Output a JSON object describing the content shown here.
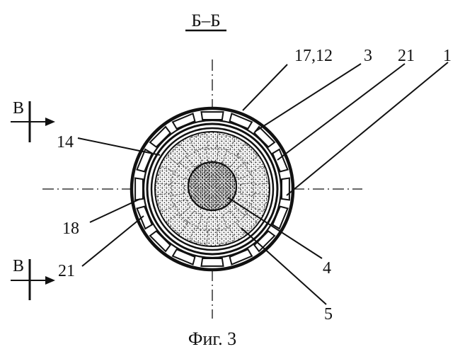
{
  "section_title": "Б–Б",
  "labels": {
    "l_17_12": "17,12",
    "l_3": "3",
    "l_21_top": "21",
    "l_1": "1",
    "l_14": "14",
    "l_18": "18",
    "l_21_bottom": "21",
    "l_4": "4",
    "l_5": "5"
  },
  "view_marks": {
    "top": "В",
    "bottom": "В"
  },
  "caption": "Фиг. 3",
  "slots": {
    "count": 16
  },
  "cells": {
    "count": 12
  }
}
